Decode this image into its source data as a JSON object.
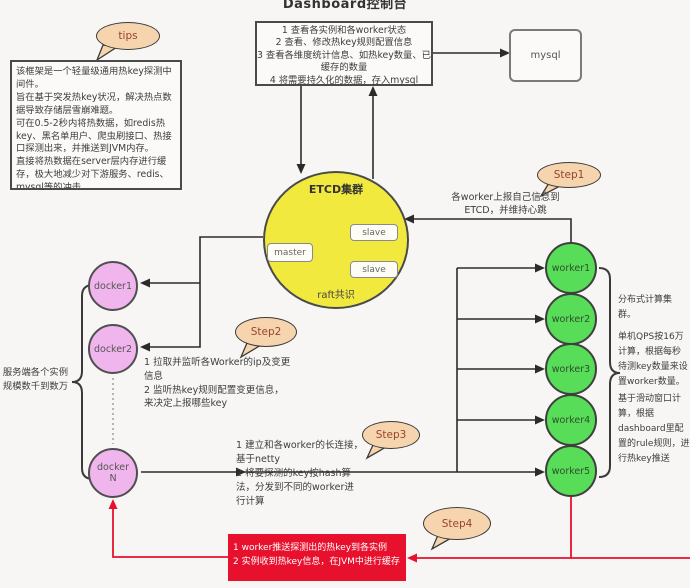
{
  "title": "Dashboard控制台",
  "tips": {
    "label": "tips",
    "text": "该框架是一个轻量级通用热key探测中间件。\n旨在基于突发热key状况，解决热点数据导致存储层雪崩难题。\n可在0.5-2秒内将热数据，如redis热key、黑名单用户、爬虫刷接口、热接口探测出来，并推送到JVM内存。\n直接将热数据在server层内存进行缓存，极大地减少对下游服务、redis、mysql等的冲击。"
  },
  "dashboard": {
    "text": "1 查看各实例和各worker状态\n2 查看、修改热key规则配置信息\n3 查看各维度统计信息、如热key数量、已缓存的数量\n4 将需要持久化的数据，存入mysql"
  },
  "mysql": {
    "label": "mysql"
  },
  "etcd": {
    "title": "ETCD集群",
    "master": "master",
    "slaves": [
      "slave",
      "slave"
    ],
    "footer": "raft共识"
  },
  "step1": {
    "label": "Step1",
    "note": "各worker上报自己信息到\nETCD，并维持心跳"
  },
  "step2": {
    "label": "Step2",
    "note": "1 拉取并监听各Worker的ip及变更\n信息\n2 监听热key规则配置变更信息，\n来决定上报哪些key"
  },
  "step3": {
    "label": "Step3",
    "note": "1 建立和各worker的长连接，\n基于netty\n2 将要探测的key按hash算\n法，分发到不同的worker进\n行计算"
  },
  "step4": {
    "label": "Step4"
  },
  "workers": {
    "items": [
      "worker1",
      "worker2",
      "worker3",
      "worker4",
      "worker5"
    ],
    "notes": [
      "分布式计算集\n群。",
      "单机QPS按16万\n计算，根据每秒\n待测key数量来设\n置worker数量。",
      "基于滑动窗口计\n算，根据\ndashboard里配\n置的rule规则，进\n行热key推送"
    ]
  },
  "dockers": {
    "items": [
      "docker1",
      "docker2",
      "docker\nN"
    ],
    "label": "服务端各个实例\n规模数千到数万"
  },
  "redbox": {
    "text": "1 worker推送探测出的热key到各实例\n2 实例收到热key信息，在JVM中进行缓存"
  },
  "colors": {
    "accent_red": "#e8112d",
    "etcd_yellow": "#f2e93e",
    "worker_green": "#57dd57",
    "docker_pink": "#f0b5ed",
    "bubble_tan": "#f6d5ae"
  }
}
